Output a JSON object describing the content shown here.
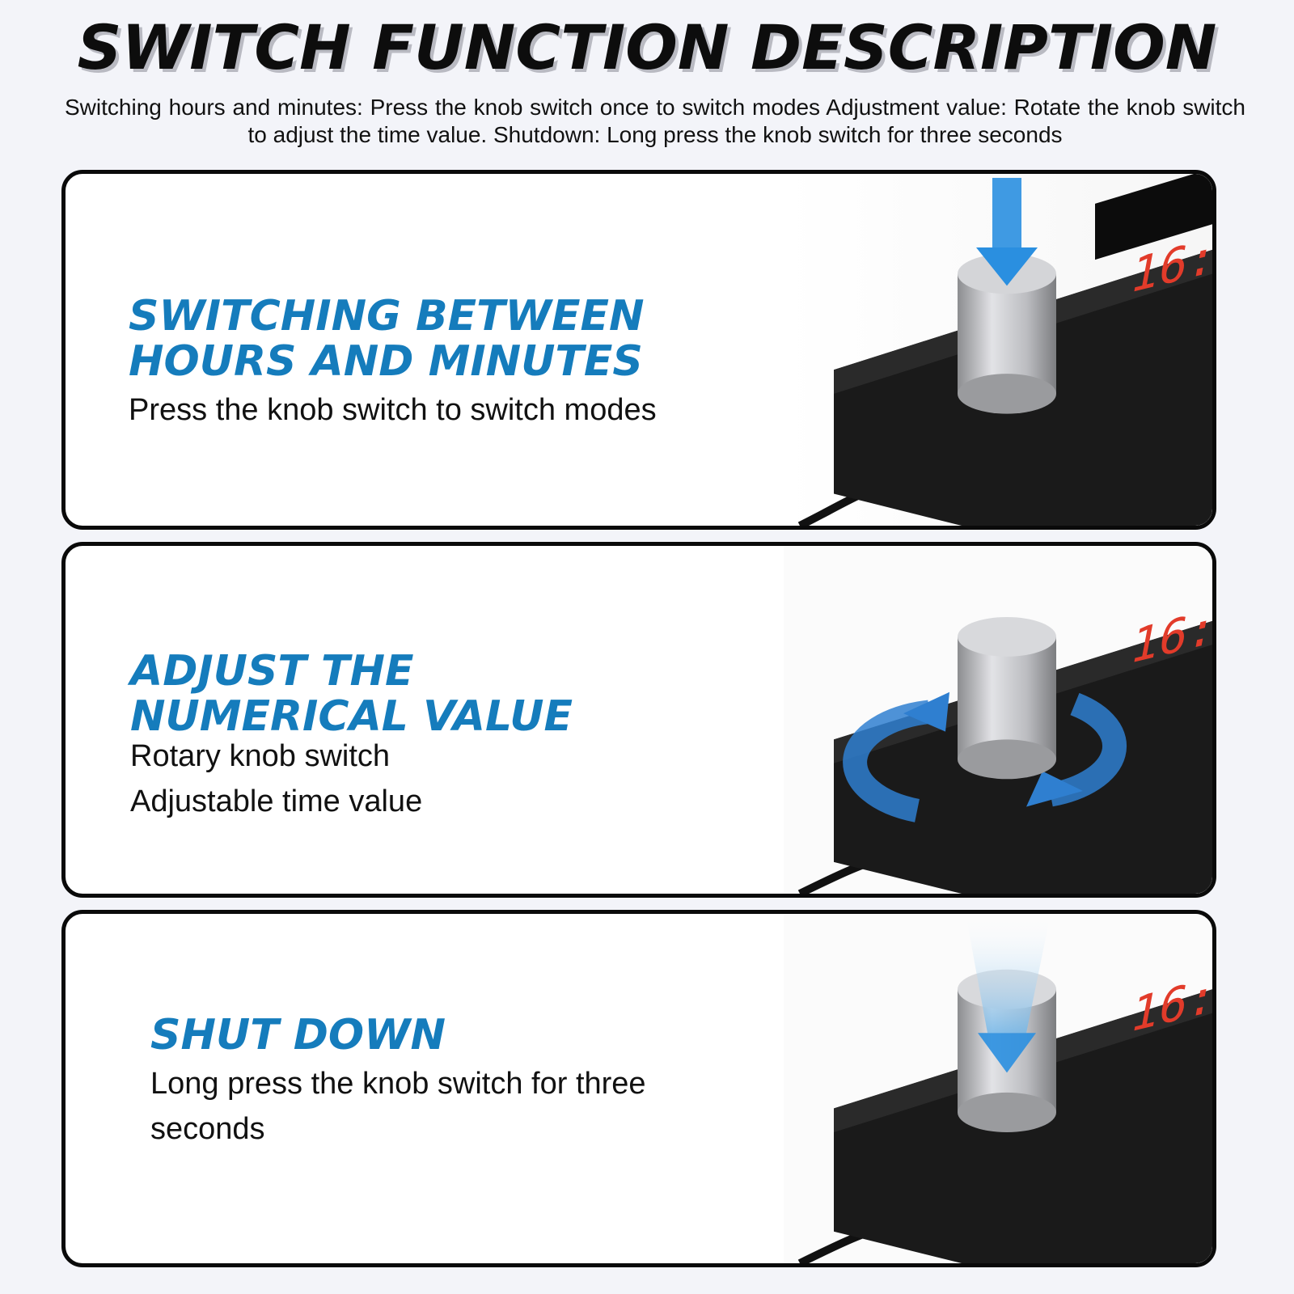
{
  "title": "SWITCH FUNCTION DESCRIPTION",
  "intro": "Switching hours and minutes: Press the knob switch once to switch modes Adjustment value: Rotate the knob switch to adjust the time value. Shutdown: Long press the knob switch for three seconds",
  "cards": [
    {
      "heading_lines": [
        "SWITCHING BETWEEN",
        "HOURS AND MINUTES"
      ],
      "desc_lines": [
        "Press the knob switch to switch modes"
      ],
      "action_icon": "press-down-arrow-icon"
    },
    {
      "heading_lines": [
        "ADJUST THE",
        "NUMERICAL VALUE"
      ],
      "desc_lines": [
        "Rotary knob switch",
        "Adjustable time value"
      ],
      "action_icon": "rotate-arrows-icon"
    },
    {
      "heading_lines": [
        "SHUT DOWN"
      ],
      "desc_lines": [
        "Long press the knob switch for three",
        "seconds"
      ],
      "action_icon": "long-press-arrow-icon"
    }
  ],
  "display_text": "16:",
  "colors": {
    "accent_blue": "#157cbc",
    "arrow_blue": "#2a8fe0",
    "device_black": "#161616",
    "led_red": "#e23b2a"
  }
}
